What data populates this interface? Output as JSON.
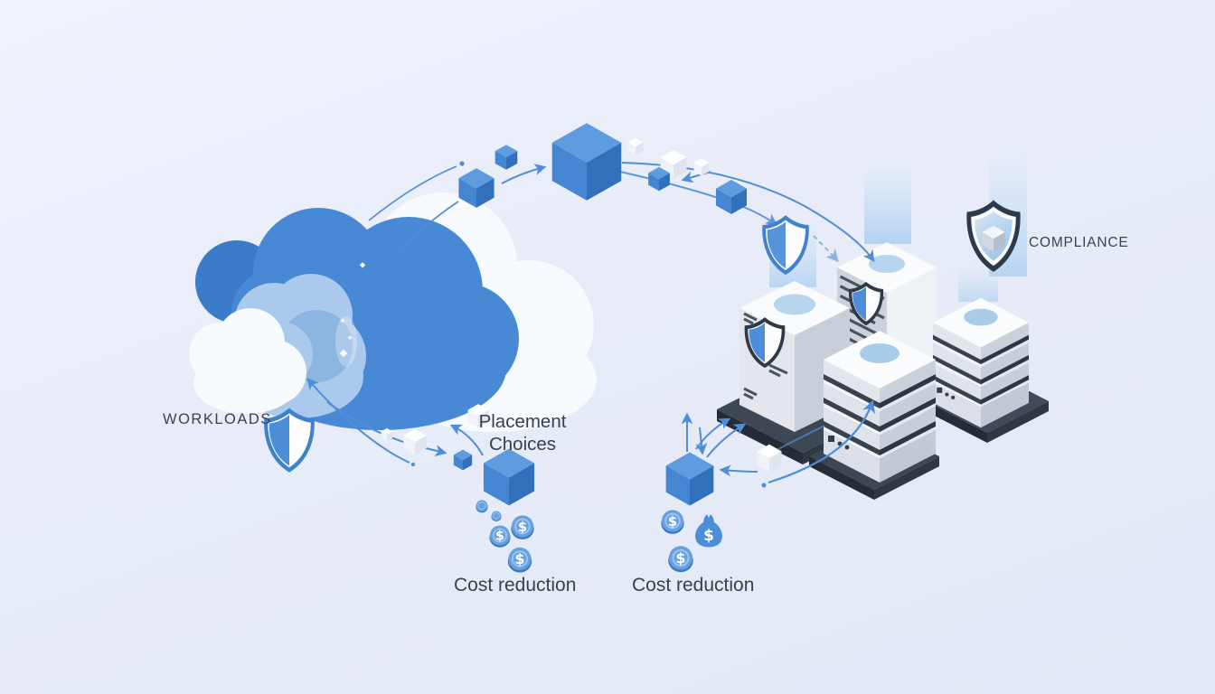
{
  "labels": {
    "workloads": "WORKLOADS",
    "placement_line1": "Placement",
    "placement_line2": "Choices",
    "compliance": "COMPLIANCE",
    "cost_reduction_left": "Cost reduction",
    "cost_reduction_right": "Cost reduction"
  },
  "icons": {
    "dollar": "$",
    "semantic_names": [
      "cloud-icon",
      "shield-icon",
      "cube-icon",
      "server-rack-icon",
      "coin-icon",
      "money-bag-icon",
      "arrow-icon"
    ]
  },
  "palette": {
    "background": "#e7ecf8",
    "cloud_blue": "#4789d5",
    "cloud_blue_dark": "#3b7cc9",
    "cloud_blue_light": "#abc9ec",
    "cloud_white": "#f7fafe",
    "cube_blue_top": "#5f9bdf",
    "cube_blue_left": "#4486d2",
    "cube_blue_right": "#3170ba",
    "arrow_blue": "#4f8ed8",
    "platform_dark": "#3e4754",
    "server_gray_light": "#e3e7ed",
    "server_gray_dark": "#c9cfd9",
    "shield_navy": "#2f3947",
    "glow_blue": "#bcd9f3",
    "text": "#3a4250"
  }
}
